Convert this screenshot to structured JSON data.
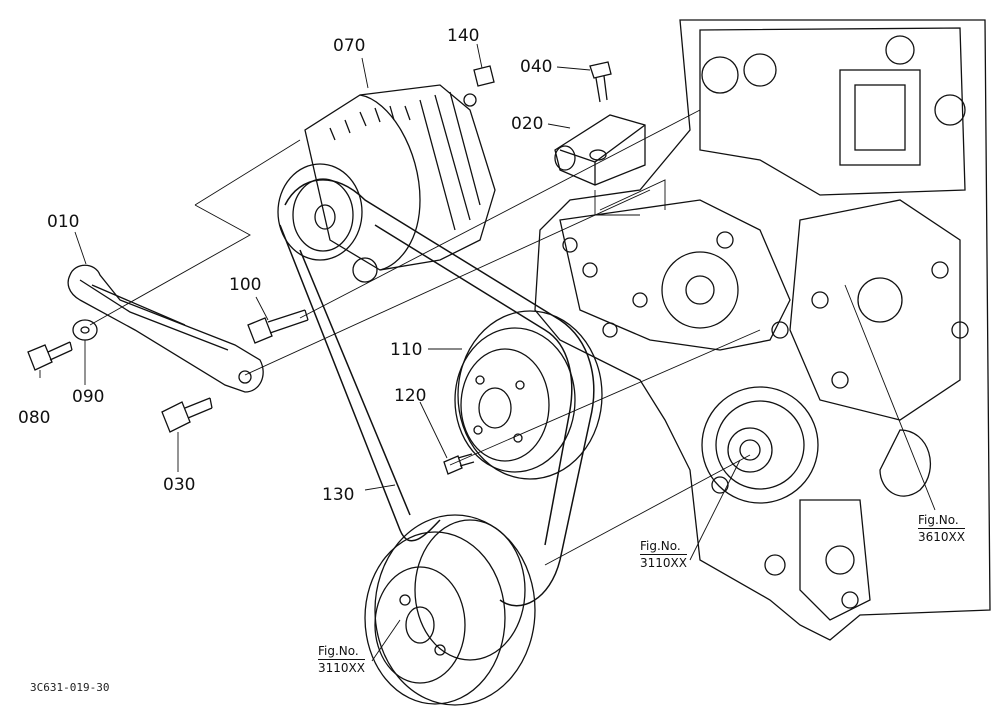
{
  "callouts": {
    "p070": "070",
    "p140": "140",
    "p040": "040",
    "p020": "020",
    "p010": "010",
    "p100": "100",
    "p110": "110",
    "p120": "120",
    "p080": "080",
    "p090": "090",
    "p030": "030",
    "p130": "130"
  },
  "fig_refs": {
    "crank_fig": {
      "label": "Fig.No.",
      "number": "3110XX"
    },
    "gear_fig": {
      "label": "Fig.No.",
      "number": "3110XX"
    },
    "block_fig": {
      "label": "Fig.No.",
      "number": "3610XX"
    }
  },
  "document_id": "3C631-019-30",
  "line_color": "#111111"
}
